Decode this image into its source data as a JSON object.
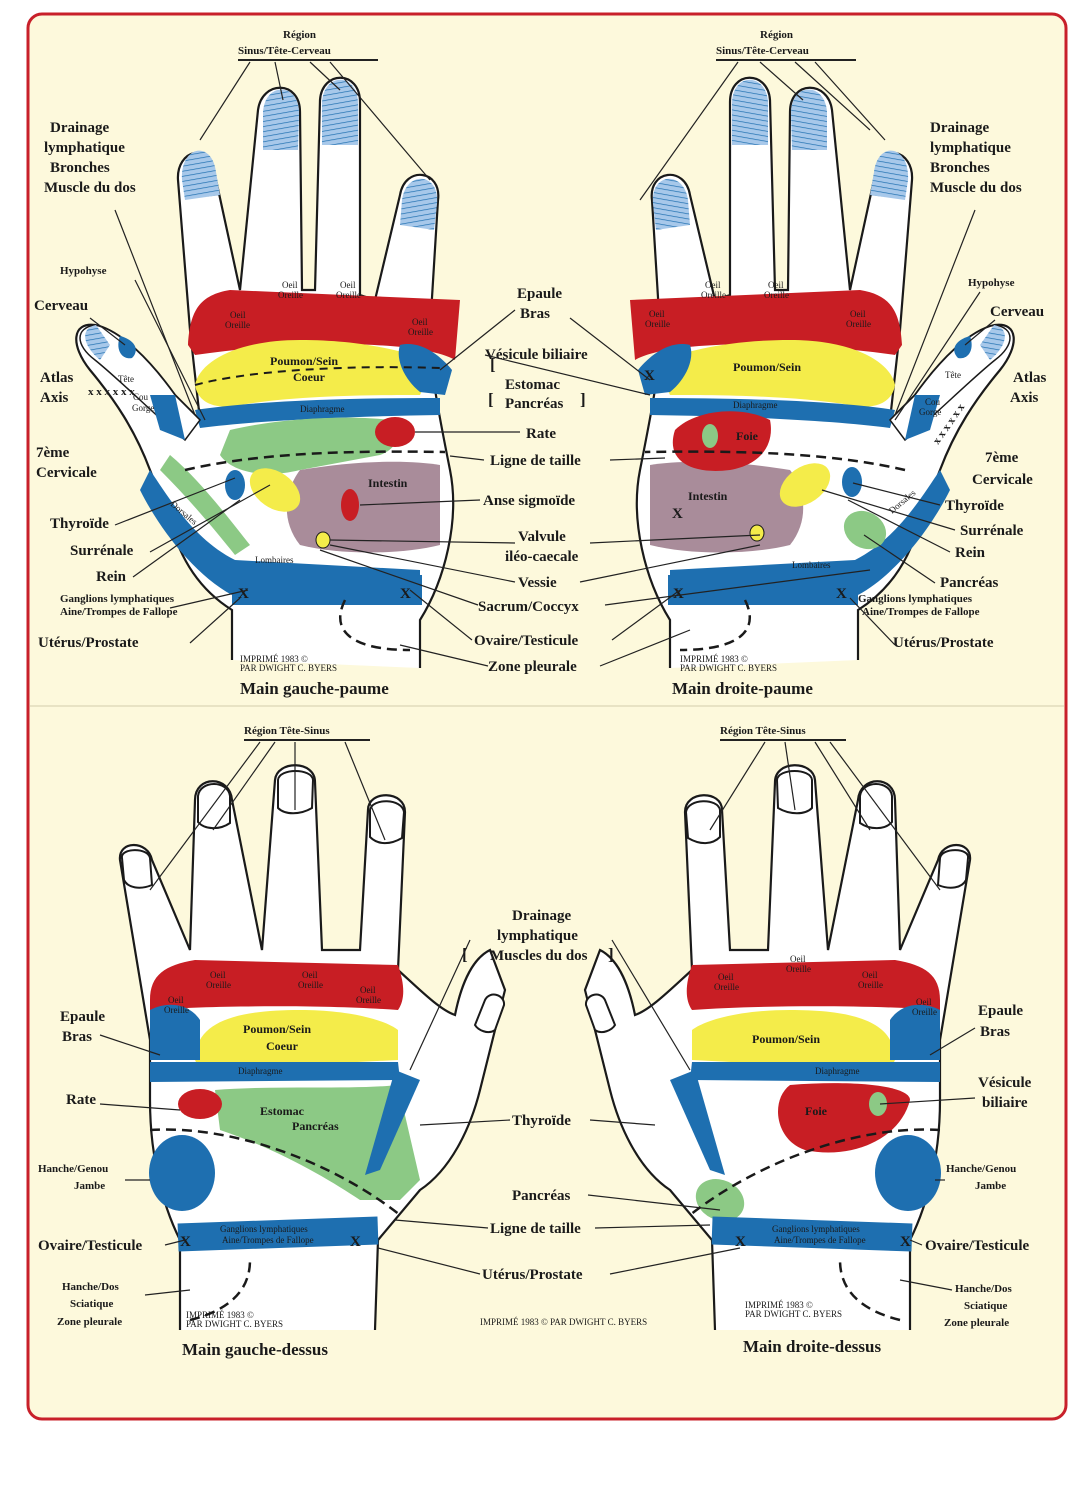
{
  "colors": {
    "red": "#c81e24",
    "yellow": "#f4ec4a",
    "blue": "#1e6fb0",
    "green": "#8cc985",
    "purple": "#a98c9a",
    "nail_blue": "#a7c8ea",
    "background": "#fdf9dc",
    "border": "#c8202a"
  },
  "palm_left": {
    "title": "Main gauche-paume",
    "region_header": [
      "Région",
      "Sinus/Tête-Cerveau"
    ],
    "drainage": [
      "Drainage",
      "lymphatique",
      "Bronches",
      "Muscle du dos"
    ],
    "hypophyse": "Hypohyse",
    "cerveau": "Cerveau",
    "atlas": [
      "Atlas",
      "Axis"
    ],
    "cervicale": [
      "7ème",
      "Cervicale"
    ],
    "thyroide": "Thyroïde",
    "surrenale": "Surrénale",
    "rein": "Rein",
    "ganglions": [
      "Ganglions lymphatiques",
      "Aine/Trompes de Fallope"
    ],
    "uterus": "Utérus/Prostate",
    "oeil": [
      "Oeil",
      "Oreille"
    ],
    "poumon": [
      "Poumon/Sein",
      "Coeur"
    ],
    "tete": "Tête",
    "cou": [
      "Cou",
      "Gorge"
    ],
    "diaphragme": "Diaphragme",
    "intestin": "Intestin",
    "lombaires": "Lombaires",
    "thoracique": "Dorsales",
    "imprint": [
      "IMPRIMÉ 1983 ©",
      "PAR DWIGHT C. BYERS"
    ]
  },
  "palm_right": {
    "title": "Main droite-paume",
    "region_header": [
      "Région",
      "Sinus/Tête-Cerveau"
    ],
    "drainage": [
      "Drainage",
      "lymphatique",
      "Bronches",
      "Muscle du dos"
    ],
    "hypophyse": "Hypohyse",
    "cerveau": "Cerveau",
    "atlas": [
      "Atlas",
      "Axis"
    ],
    "cervicale": [
      "7ème",
      "Cervicale"
    ],
    "thyroide": "Thyroïde",
    "surrenale": "Surrénale",
    "rein": "Rein",
    "pancreas": "Pancréas",
    "ganglions": [
      "Ganglions lymphatiques",
      "Aine/Trompes de Fallope"
    ],
    "uterus": "Utérus/Prostate",
    "oeil": [
      "Oeil",
      "Oreille"
    ],
    "poumon": "Poumon/Sein",
    "foie": "Foie",
    "tete": "Tête",
    "cou": [
      "Cou",
      "Gorge"
    ],
    "diaphragme": "Diaphragme",
    "intestin": "Intestin",
    "lombaires": "Lombaires",
    "thoracique": "Dorsales",
    "imprint": [
      "IMPRIMÉ 1983 ©",
      "PAR DWIGHT C. BYERS"
    ]
  },
  "center_top": {
    "epaule": [
      "Epaule",
      "Bras"
    ],
    "vesicule": "Vésicule biliaire",
    "estomac": [
      "Estomac",
      "Pancréas"
    ],
    "rate": "Rate",
    "ligne_taille": "Ligne de taille",
    "anse": "Anse sigmoïde",
    "valvule": [
      "Valvule",
      "iléo-caecale"
    ],
    "vessie": "Vessie",
    "sacrum": "Sacrum/Coccyx",
    "ovaire": "Ovaire/Testicule",
    "zone_pleurale": "Zone pleurale"
  },
  "back_left": {
    "title": "Main gauche-dessus",
    "region_header": "Région Tête-Sinus",
    "epaule": [
      "Epaule",
      "Bras"
    ],
    "rate": "Rate",
    "hanche": [
      "Hanche/Genou",
      "Jambe"
    ],
    "ovaire": "Ovaire/Testicule",
    "hanche_dos": [
      "Hanche/Dos",
      "Sciatique",
      "Zone pleurale"
    ],
    "oeil": [
      "Oeil",
      "Oreille"
    ],
    "poumon": [
      "Poumon/Sein",
      "Coeur"
    ],
    "estomac": [
      "Estomac",
      "Pancréas"
    ],
    "diaphragme": "Diaphragme",
    "ganglions": [
      "Ganglions lymphatiques",
      "Aine/Trompes de Fallope"
    ],
    "imprint": [
      "IMPRIMÉ 1983 ©",
      "PAR DWIGHT C. BYERS"
    ]
  },
  "back_right": {
    "title": "Main droite-dessus",
    "region_header": "Région Tête-Sinus",
    "epaule": [
      "Epaule",
      "Bras"
    ],
    "vesicule": [
      "Vésicule",
      "biliaire"
    ],
    "hanche": [
      "Hanche/Genou",
      "Jambe"
    ],
    "ovaire": "Ovaire/Testicule",
    "hanche_dos": [
      "Hanche/Dos",
      "Sciatique",
      "Zone pleurale"
    ],
    "oeil": [
      "Oeil",
      "Oreille"
    ],
    "poumon": "Poumon/Sein",
    "foie": "Foie",
    "diaphragme": "Diaphragme",
    "ganglions": [
      "Ganglions lymphatiques",
      "Aine/Trompes de Fallope"
    ],
    "imprint": [
      "IMPRIMÉ 1983 ©",
      "PAR DWIGHT C. BYERS"
    ]
  },
  "center_bottom": {
    "drainage": [
      "Drainage",
      "lymphatique",
      "Muscles du dos"
    ],
    "thyroide": "Thyroïde",
    "pancreas": "Pancréas",
    "ligne_taille": "Ligne de taille",
    "uterus": "Utérus/Prostate",
    "imprint": "IMPRIMÉ 1983 © PAR DWIGHT C. BYERS"
  }
}
